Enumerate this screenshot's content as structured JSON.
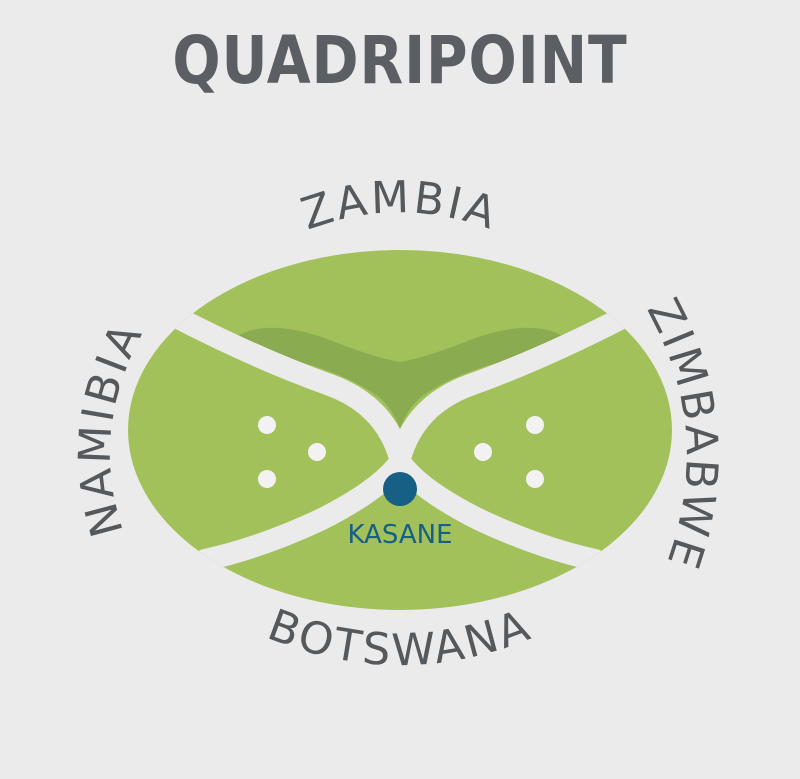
{
  "title": "QUADRIPOINT",
  "countries": {
    "zambia": "ZAMBIA",
    "namibia": "NAMIBIA",
    "zimbabwe": "ZIMBABWE",
    "botswana": "BOTSWANA"
  },
  "town": {
    "name": "KASANE"
  },
  "colors": {
    "background": "#ebebeb",
    "land": "#a2c15a",
    "land_shade": "#8aab4f",
    "border": "#ebebeb",
    "town_marker": "#165f85",
    "text": "#56595c"
  }
}
